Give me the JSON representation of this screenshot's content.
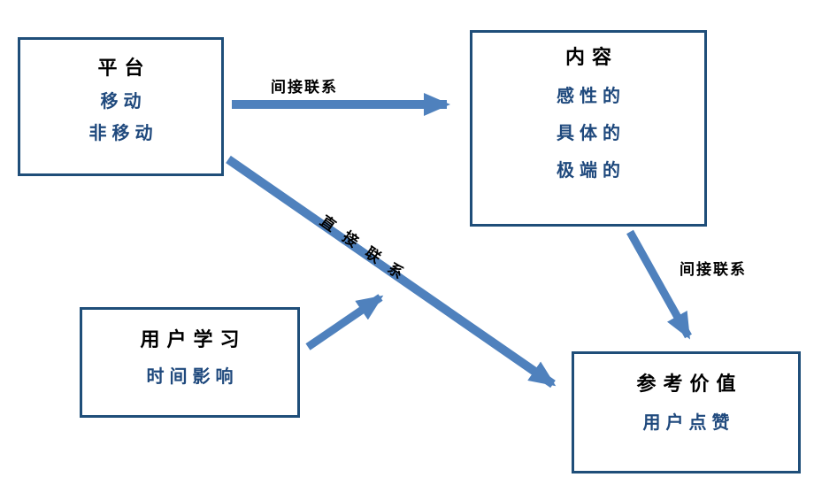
{
  "diagram": {
    "boxes": {
      "platform": {
        "title": "平台",
        "items": [
          "移动",
          "非移动"
        ]
      },
      "content": {
        "title": "内容",
        "items": [
          "感性的",
          "具体的",
          "极端的"
        ]
      },
      "user_learning": {
        "title": "用户学习",
        "items": [
          "时间影响"
        ]
      },
      "reference_value": {
        "title": "参考价值",
        "items": [
          "用户点赞"
        ]
      }
    },
    "labels": {
      "indirect_top": "间接联系",
      "direct": "直接联系",
      "indirect_right": "间接联系"
    },
    "colors": {
      "arrow": "#4f81bd",
      "box_border": "#1f4e79",
      "item_text": "#1f497d",
      "title_text": "#000000"
    }
  }
}
